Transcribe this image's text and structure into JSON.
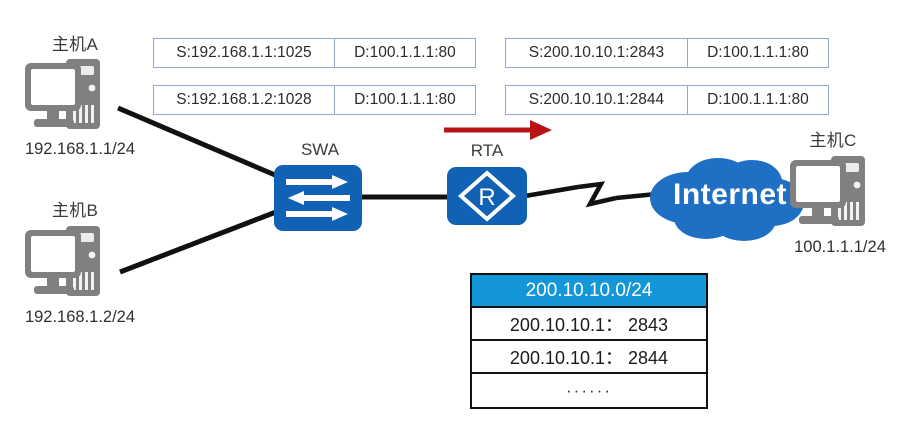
{
  "diagram": {
    "title": "NAT translation topology",
    "colors": {
      "device_blue": "#1161b5",
      "cloud_blue": "#1f6fc4",
      "table_header_blue": "#1397d8",
      "arrow_red": "#b81414",
      "pc_gray": "#808080",
      "packet_border": "#8faace",
      "link_black": "#111111"
    }
  },
  "hosts": {
    "a": {
      "name": "主机A",
      "ip": "192.168.1.1/24"
    },
    "b": {
      "name": "主机B",
      "ip": "192.168.1.2/24"
    },
    "c": {
      "name": "主机C",
      "ip": "100.1.1.1/24"
    }
  },
  "devices": {
    "switch": {
      "label": "SWA",
      "icon": "switch-icon"
    },
    "router": {
      "label": "RTA",
      "icon": "router-icon",
      "glyph": "R"
    },
    "cloud": {
      "label": "Internet",
      "icon": "cloud-icon"
    },
    "serial_link": {
      "icon": "lightning-bolt-icon"
    },
    "flow_arrow": {
      "icon": "arrow-right-icon",
      "direction": "right"
    }
  },
  "packets": {
    "inside": [
      {
        "src": "S:192.168.1.1:1025",
        "dst": "D:100.1.1.1:80"
      },
      {
        "src": "S:192.168.1.2:1028",
        "dst": "D:100.1.1.1:80"
      }
    ],
    "outside": [
      {
        "src": "S:200.10.10.1:2843",
        "dst": "D:100.1.1.1:80"
      },
      {
        "src": "S:200.10.10.1:2844",
        "dst": "D:100.1.1.1:80"
      }
    ]
  },
  "nat_table": {
    "header": "200.10.10.0/24",
    "rows": [
      "200.10.10.1： 2843",
      "200.10.10.1： 2844",
      "······"
    ]
  }
}
